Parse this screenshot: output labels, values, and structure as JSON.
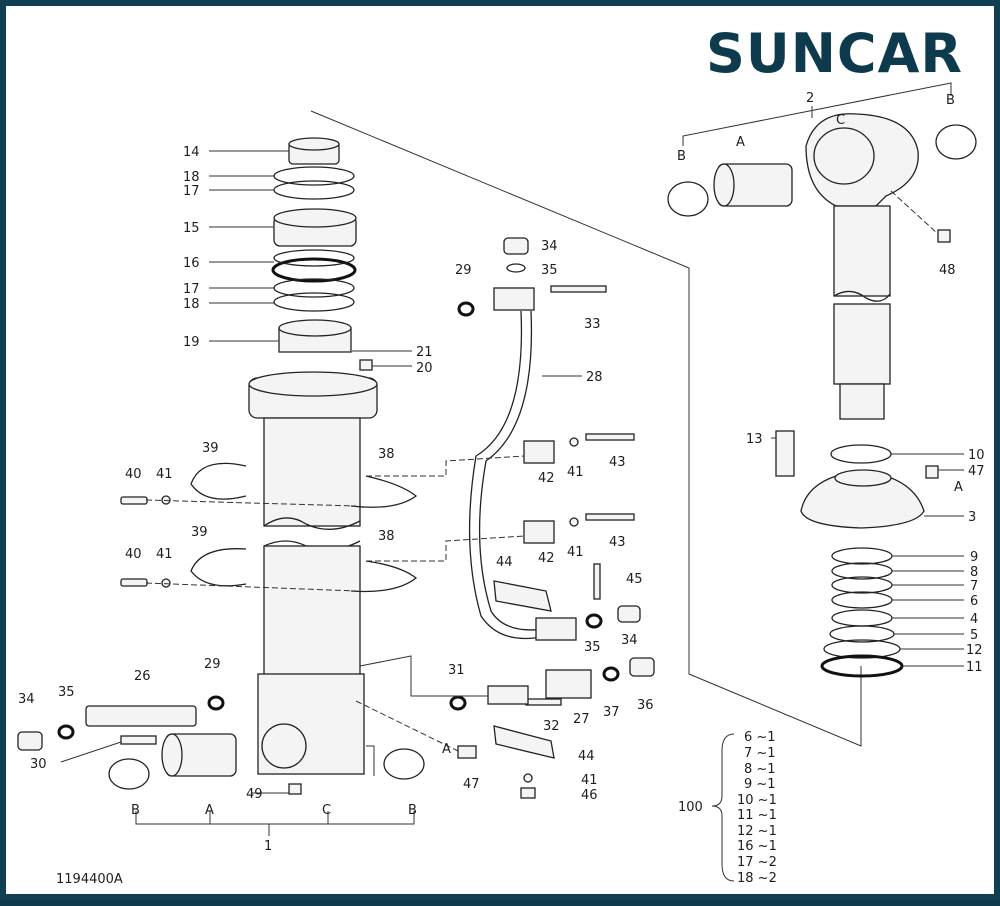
{
  "brand": {
    "name": "SUNCAR",
    "color": "#0e3a4e",
    "accent": "#1f6f8f"
  },
  "drawing_code": "1194400A",
  "callouts": {
    "c1": "1",
    "c2": "2",
    "c3": "3",
    "c4": "4",
    "c5": "5",
    "c6": "6",
    "c7": "7",
    "c8": "8",
    "c9": "9",
    "c10": "10",
    "c11": "11",
    "c12": "12",
    "c13": "13",
    "c14": "14",
    "c15": "15",
    "c16": "16",
    "c17": "17",
    "c18": "18",
    "c19": "19",
    "c20": "20",
    "c21": "21",
    "c26": "26",
    "c27": "27",
    "c28": "28",
    "c29": "29",
    "c30": "30",
    "c31": "31",
    "c32": "32",
    "c33": "33",
    "c34": "34",
    "c35": "35",
    "c36": "36",
    "c37": "37",
    "c38": "38",
    "c39": "39",
    "c40": "40",
    "c41": "41",
    "c42": "42",
    "c43": "43",
    "c44": "44",
    "c45": "45",
    "c46": "46",
    "c47": "47",
    "c48": "48",
    "c49": "49",
    "A": "A",
    "B": "B",
    "C": "C"
  },
  "kit": {
    "label": "100",
    "items": [
      "6 ~1",
      "7 ~1",
      "8 ~1",
      "9 ~1",
      "10 ~1",
      "11 ~1",
      "12 ~1",
      "16 ~1",
      "17 ~2",
      "18 ~2"
    ]
  }
}
